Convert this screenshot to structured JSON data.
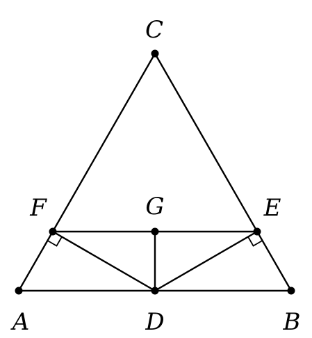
{
  "points": [
    {
      "id": "C",
      "label": "C"
    },
    {
      "id": "F",
      "label": "F"
    },
    {
      "id": "G",
      "label": "G"
    },
    {
      "id": "E",
      "label": "E"
    },
    {
      "id": "A",
      "label": "A"
    },
    {
      "id": "D",
      "label": "D"
    },
    {
      "id": "B",
      "label": "B"
    }
  ],
  "segments": [
    {
      "from": "A",
      "to": "B"
    },
    {
      "from": "B",
      "to": "C"
    },
    {
      "from": "C",
      "to": "A"
    },
    {
      "from": "F",
      "to": "E"
    },
    {
      "from": "F",
      "to": "D"
    },
    {
      "from": "E",
      "to": "D"
    },
    {
      "from": "G",
      "to": "D"
    }
  ],
  "right_angles": [
    {
      "vertex": "F",
      "between": [
        "A",
        "D"
      ]
    },
    {
      "vertex": "E",
      "between": [
        "B",
        "D"
      ]
    }
  ],
  "colors": {
    "stroke": "#000000",
    "background": "#ffffff"
  }
}
